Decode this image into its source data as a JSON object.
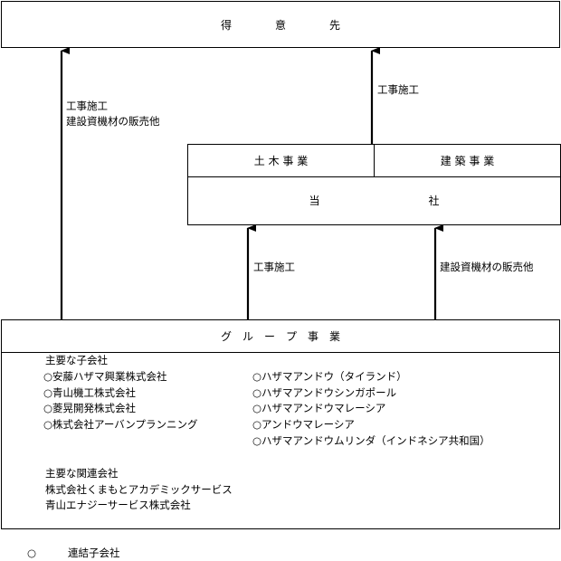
{
  "customer": {
    "label": "得　　　　意　　　　先"
  },
  "left_arrow": {
    "line1": "工事施工",
    "line2": "建設資機材の販売他"
  },
  "top_right_arrow": {
    "label": "工事施工"
  },
  "divisions": {
    "civil": "土 木 事 業",
    "building": "建 築 事 業"
  },
  "company": {
    "label": "当　　　　　　　　　　社"
  },
  "mid_arrows": {
    "left": "工事施工",
    "right": "建設資機材の販売他"
  },
  "group": {
    "title": "グ　ル　ー　プ　事　業",
    "subsidiaries_heading": "主要な子会社",
    "subsidiaries_left": [
      "○安藤ハザマ興業株式会社",
      "○青山機工株式会社",
      "○菱晃開発株式会社",
      "○株式会社アーバンプランニング"
    ],
    "subsidiaries_right": [
      "○ハザマアンドウ（タイランド）",
      "○ハザマアンドウシンガポール",
      "○ハザマアンドウマレーシア",
      "○アンドウマレーシア",
      "○ハザマアンドウムリンダ（インドネシア共和国）"
    ],
    "affiliates_heading": "主要な関連会社",
    "affiliates": [
      "株式会社くまもとアカデミックサービス",
      "青山エナジーサービス株式会社"
    ]
  },
  "legend": {
    "symbol": "○",
    "label": "連結子会社"
  }
}
